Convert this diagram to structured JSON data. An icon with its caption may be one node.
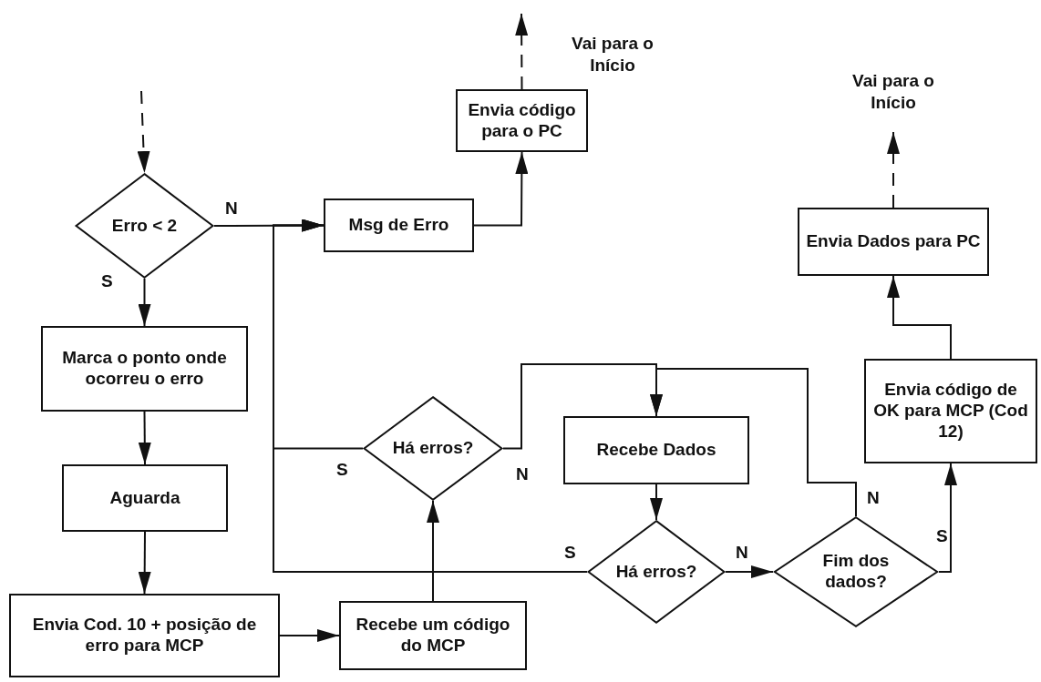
{
  "diagram": {
    "nodes": [
      {
        "text": [
          "Erro < 2"
        ]
      },
      {
        "text": [
          "Msg de Erro"
        ]
      },
      {
        "text": [
          "Envia código para o PC"
        ]
      },
      {
        "text": [
          "Marca o ponto onde ocorreu o erro"
        ]
      },
      {
        "text": [
          "Aguarda"
        ]
      },
      {
        "text": [
          "Envia Cod. 10  + posição de erro para MCP"
        ]
      },
      {
        "text": [
          "Recebe um código do MCP"
        ]
      },
      {
        "text": [
          "Há erros?"
        ]
      },
      {
        "text": [
          "Recebe Dados"
        ]
      },
      {
        "text": [
          "Há erros?"
        ]
      },
      {
        "text": [
          "Fim dos dados?"
        ]
      },
      {
        "text": [
          "Envia código de OK para MCP (Cod 12)"
        ]
      },
      {
        "text": [
          "Envia Dados para PC"
        ]
      }
    ],
    "edges": [
      {
        "from": null,
        "to": 0,
        "arrow": "to",
        "style": "dashed"
      },
      {
        "from": 0,
        "to": 1,
        "arrow": "to",
        "label": "N"
      },
      {
        "from": 0,
        "to": 3,
        "arrow": "to",
        "label": "S"
      },
      {
        "from": 1,
        "to": 2,
        "arrow": "to"
      },
      {
        "from": 2,
        "to": null,
        "arrow": "to",
        "style": "dashed"
      },
      {
        "from": 3,
        "to": 4,
        "arrow": "to"
      },
      {
        "from": 4,
        "to": 5,
        "arrow": "to"
      },
      {
        "from": 5,
        "to": 6,
        "arrow": "to"
      },
      {
        "from": 6,
        "to": 7,
        "arrow": "to"
      },
      {
        "from": 7,
        "to": 1,
        "arrow": "to",
        "label": "S"
      },
      {
        "from": 9,
        "to": 1,
        "arrow": "to",
        "label": "S"
      },
      {
        "from": 7,
        "to": 8,
        "arrow": "to",
        "label": "N"
      },
      {
        "from": 8,
        "to": 9,
        "arrow": "to"
      },
      {
        "from": 9,
        "to": 10,
        "arrow": "to",
        "label": "N"
      },
      {
        "from": 10,
        "to": 8,
        "arrow": "to",
        "label": "N"
      },
      {
        "from": 10,
        "to": 11,
        "arrow": "to",
        "label": "S"
      },
      {
        "from": 11,
        "to": 12,
        "arrow": "to"
      },
      {
        "from": 12,
        "to": null,
        "arrow": "to",
        "style": "dashed"
      }
    ],
    "labels": [
      "Vai para o Início",
      "Vai para o Início"
    ]
  }
}
